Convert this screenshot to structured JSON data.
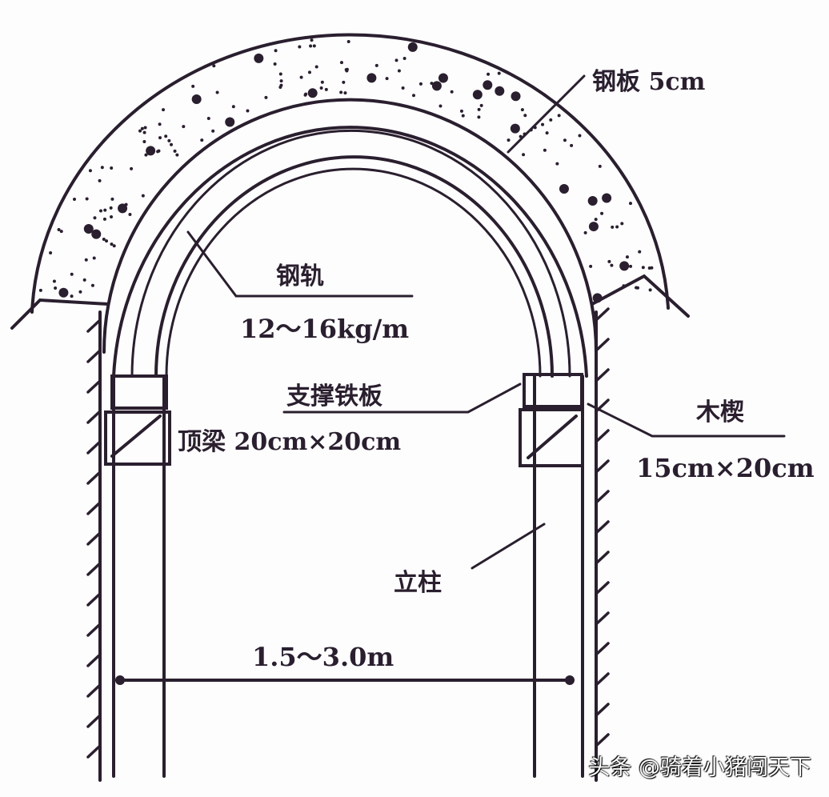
{
  "labels": {
    "steel_plate": "钢板 5cm",
    "rail": "钢轨",
    "rail_spec": "12～16kg/m",
    "support_plate": "支撑铁板",
    "top_beam": "顶梁 20cm×20cm",
    "wedge": "木楔",
    "wedge_spec": "15cm×20cm",
    "post": "立柱",
    "span": "1.5～3.0m"
  },
  "watermark": "头条 @骑着小猪闯天下",
  "colors": {
    "line": "#2a1f2e",
    "background": "#fdfdfe"
  }
}
